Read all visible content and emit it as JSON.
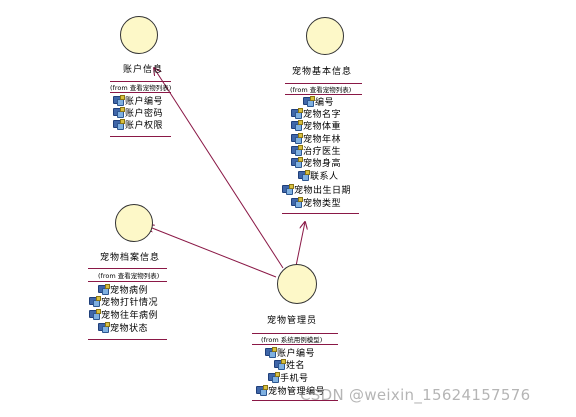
{
  "colors": {
    "line": "#8a1846",
    "entity_fill": "#fdf8c8",
    "icon_blue": "#3f66a8"
  },
  "entities": {
    "account_info": {
      "name": "账户信息",
      "from": "(from 查看宠物列表)",
      "attributes": [
        "账户编号",
        "账户密码",
        "账户权限"
      ]
    },
    "pet_basic_info": {
      "name": "宠物基本信息",
      "from": "(from 查看宠物列表)",
      "attributes": [
        "编号",
        "宠物名字",
        "宠物体重",
        "宠物年林",
        "治疗医生",
        "宠物身高",
        "联系人",
        "宠物出生日期",
        "宠物类型"
      ]
    },
    "pet_record_info": {
      "name": "宠物档案信息",
      "from": "(from 查看宠物列表)",
      "attributes": [
        "宠物病例",
        "宠物打针情况",
        "宠物往年病例",
        "宠物状态"
      ]
    },
    "pet_admin": {
      "name": "宠物管理员",
      "from": "(from 系统用例模型)",
      "attributes": [
        "账户编号",
        "姓名",
        "手机号",
        "宠物管理编号"
      ]
    }
  },
  "watermark": "CSDN @weixin_15624157576",
  "icon_name": "attribute-key-icon"
}
